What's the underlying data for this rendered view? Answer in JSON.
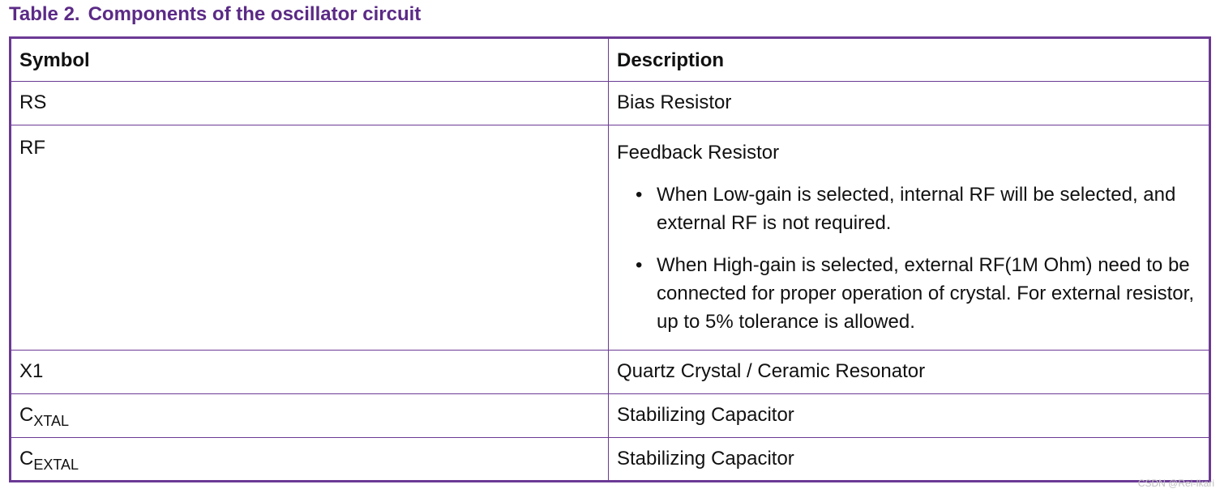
{
  "caption": {
    "label": "Table 2.",
    "title": "Components of the oscillator circuit"
  },
  "colors": {
    "caption": "#5b2a86",
    "border": "#6b3a95",
    "text": "#111111"
  },
  "table": {
    "headers": [
      "Symbol",
      "Description"
    ],
    "rows": [
      {
        "symbol": "RS",
        "description": "Bias Resistor"
      },
      {
        "symbol": "RF",
        "description": "Feedback Resistor",
        "bullets": [
          "When Low-gain is selected, internal RF will be selected, and external RF is not required.",
          "When High-gain is selected, external RF(1M Ohm) need to be connected for proper operation of crystal. For external resistor, up to 5% tolerance is allowed."
        ]
      },
      {
        "symbol": "X1",
        "description": "Quartz Crystal / Ceramic Resonator"
      },
      {
        "symbol_base": "C",
        "symbol_sub": "XTAL",
        "description": "Stabilizing Capacitor"
      },
      {
        "symbol_base": "C",
        "symbol_sub": "EXTAL",
        "description": "Stabilizing Capacitor"
      }
    ]
  },
  "watermark": "CSDN @Rei-Ikari"
}
